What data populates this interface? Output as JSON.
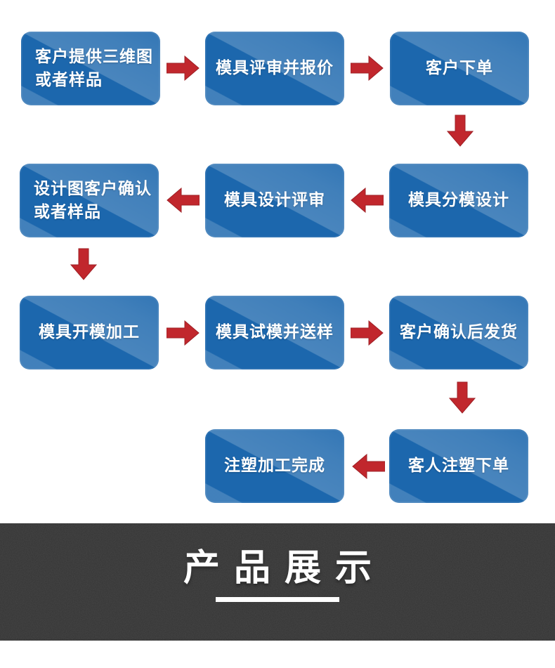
{
  "colors": {
    "box_blue": "#1c67ad",
    "box_gloss_blue": "#3d82c2",
    "arrow_red": "#c1272d",
    "arrow_red_dark": "#9e2026",
    "banner_background": "#333333",
    "text_white": "#ffffff"
  },
  "icons": {
    "arrow_right": "→",
    "arrow_left": "←",
    "arrow_down": "↓"
  },
  "flowchart": {
    "boxes": {
      "customer_provides_3d": {
        "text": "客户提供三维图\n或者样品"
      },
      "mold_review_quote": {
        "text": "模具评审并报价"
      },
      "customer_order": {
        "text": "客户下单"
      },
      "design_confirm": {
        "text": "设计图客户确认\n或者样品"
      },
      "mold_design_review": {
        "text": "模具设计评审"
      },
      "mold_parting_design": {
        "text": "模具分模设计"
      },
      "mold_machining": {
        "text": "模具开模加工"
      },
      "mold_trial_sample": {
        "text": "模具试模并送样"
      },
      "confirm_ship": {
        "text": "客户确认后发货"
      },
      "injection_complete": {
        "text": "注塑加工完成"
      },
      "injection_order": {
        "text": "客人注塑下单"
      }
    }
  },
  "banner": {
    "title": "产品展示"
  }
}
